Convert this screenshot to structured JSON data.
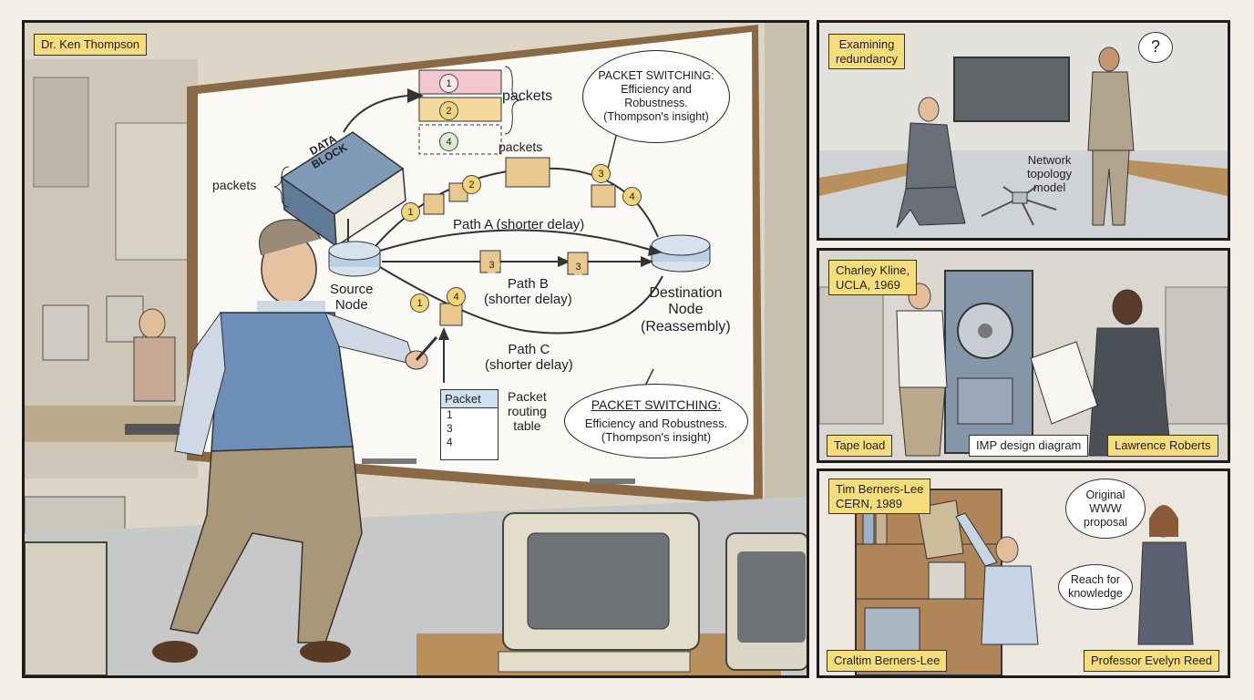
{
  "main": {
    "caption": "Dr. Ken Thompson",
    "data_block": "DATA\nBLOCK",
    "packets_label_top": "packets",
    "packets_label_mid": "packets",
    "packets_label_left": "packets",
    "stack_numbers": [
      "1",
      "2",
      "4"
    ],
    "source_node": "Source\nNode",
    "destination_node": "Destination\nNode\n(Reassembly)",
    "path_a": "Path A (shorter delay)",
    "path_b": "Path B\n(shorter delay)",
    "path_c": "Path C\n(shorter delay)",
    "packet_nums": [
      "1",
      "2",
      "3",
      "4",
      "3",
      "3",
      "1",
      "4"
    ],
    "callout_top": "PACKET SWITCHING:\nEfficiency and\nRobustness.\n(Thompson's insight)",
    "callout_bottom_title": "PACKET SWITCHING:",
    "callout_bottom_body": "Efficiency and Robustness.\n(Thompson's insight)",
    "table_header": "Packet",
    "table_rows": [
      "1",
      "3",
      "4"
    ],
    "routing_label": "Packet\nrouting\ntable"
  },
  "panel1": {
    "caption": "Examining\nredundancy",
    "bubble": "?",
    "label": "Network\ntopology\nmodel"
  },
  "panel2": {
    "caption": "Charley Kline,\nUCLA, 1969",
    "tape": "Tape load",
    "imp": "IMP design diagram",
    "roberts": "Lawrence Roberts"
  },
  "panel3": {
    "caption": "Tim Berners-Lee\nCERN, 1989",
    "bubble_top": "Original\nWWW\nproposal",
    "bubble_mid": "Reach for\nknowledge",
    "left": "Craltim Berners-Lee",
    "right": "Professor Evelyn Reed"
  },
  "colors": {
    "caption": "#f6dc7a",
    "board": "#fbfaf6",
    "node": "#bcd0e4",
    "vest": "#6d8fb7"
  }
}
